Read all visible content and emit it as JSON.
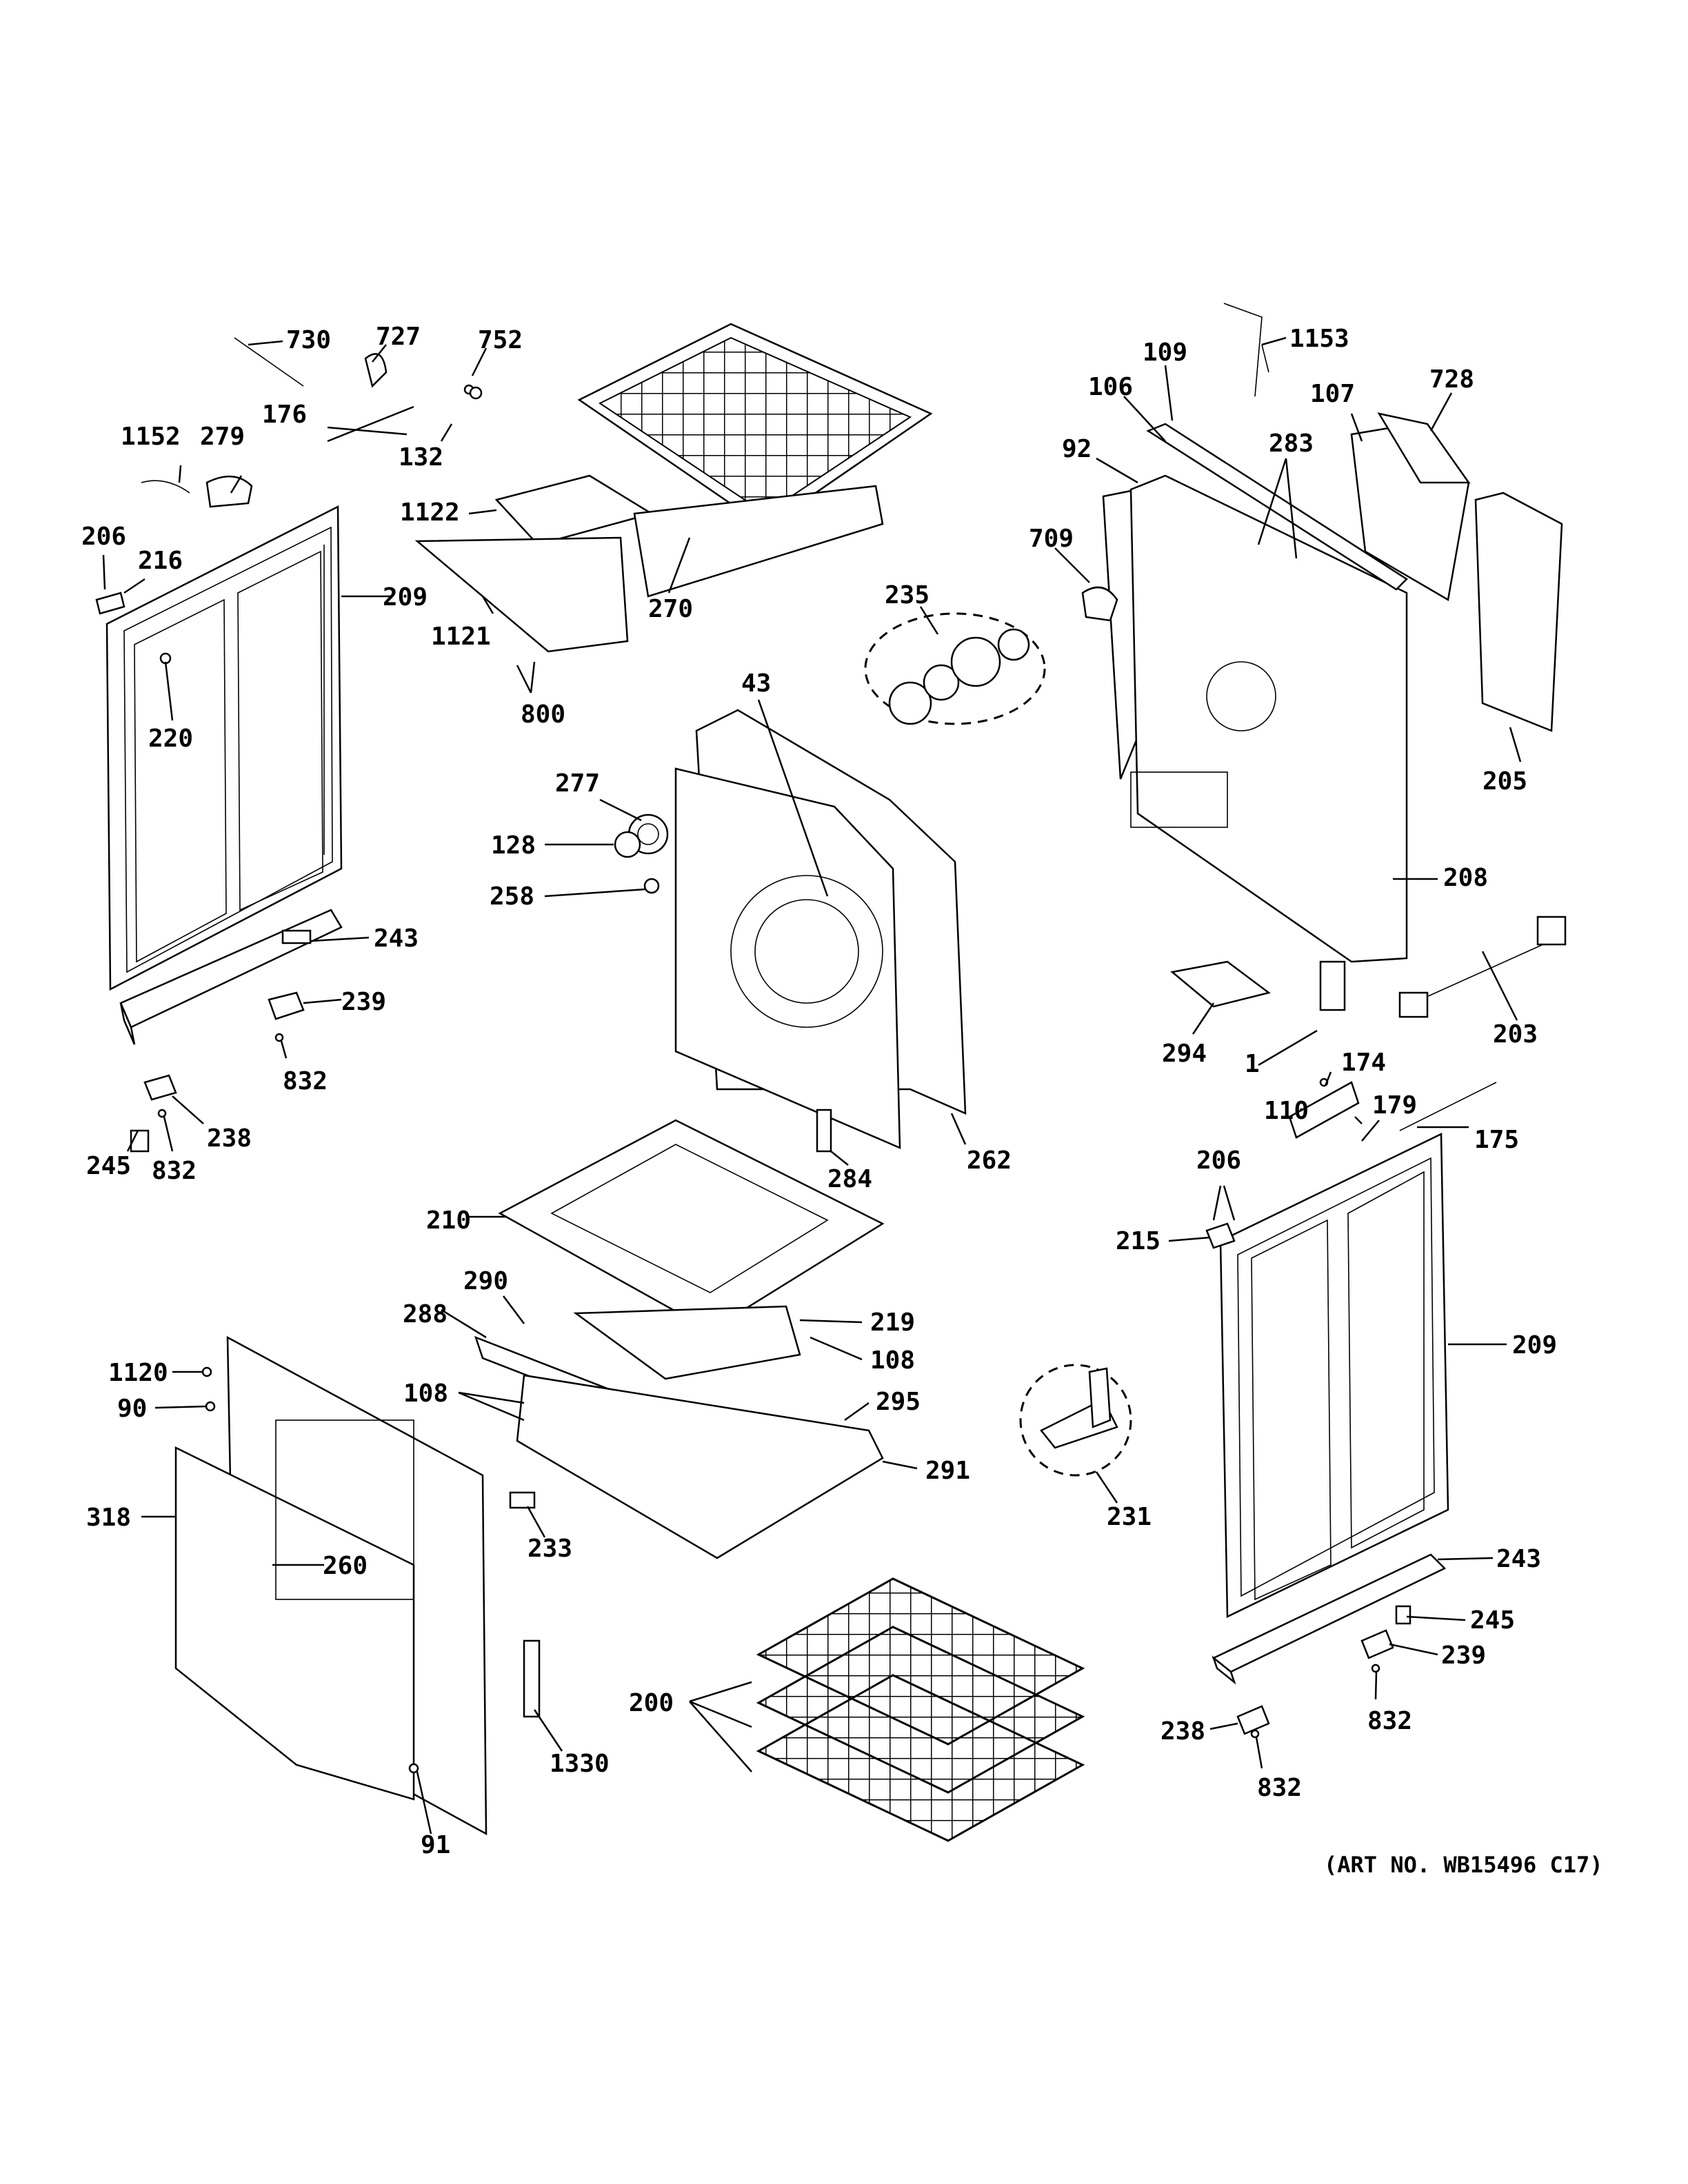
{
  "diagram": {
    "art_number": "(ART NO. WB15496 C17)",
    "callouts": [
      "730",
      "727",
      "752",
      "176",
      "132",
      "1152",
      "279",
      "206",
      "216",
      "209",
      "220",
      "1122",
      "1121",
      "800",
      "270",
      "43",
      "235",
      "277",
      "128",
      "258",
      "243",
      "239",
      "832",
      "238",
      "245",
      "832",
      "262",
      "284",
      "210",
      "290",
      "288",
      "219",
      "108",
      "108",
      "295",
      "291",
      "1120",
      "90",
      "318",
      "260",
      "233",
      "1330",
      "91",
      "200",
      "1153",
      "109",
      "106",
      "728",
      "107",
      "92",
      "283",
      "709",
      "205",
      "208",
      "294",
      "1",
      "203",
      "174",
      "110",
      "179",
      "175",
      "206",
      "215",
      "209",
      "231",
      "243",
      "245",
      "239",
      "832",
      "238",
      "832"
    ]
  }
}
